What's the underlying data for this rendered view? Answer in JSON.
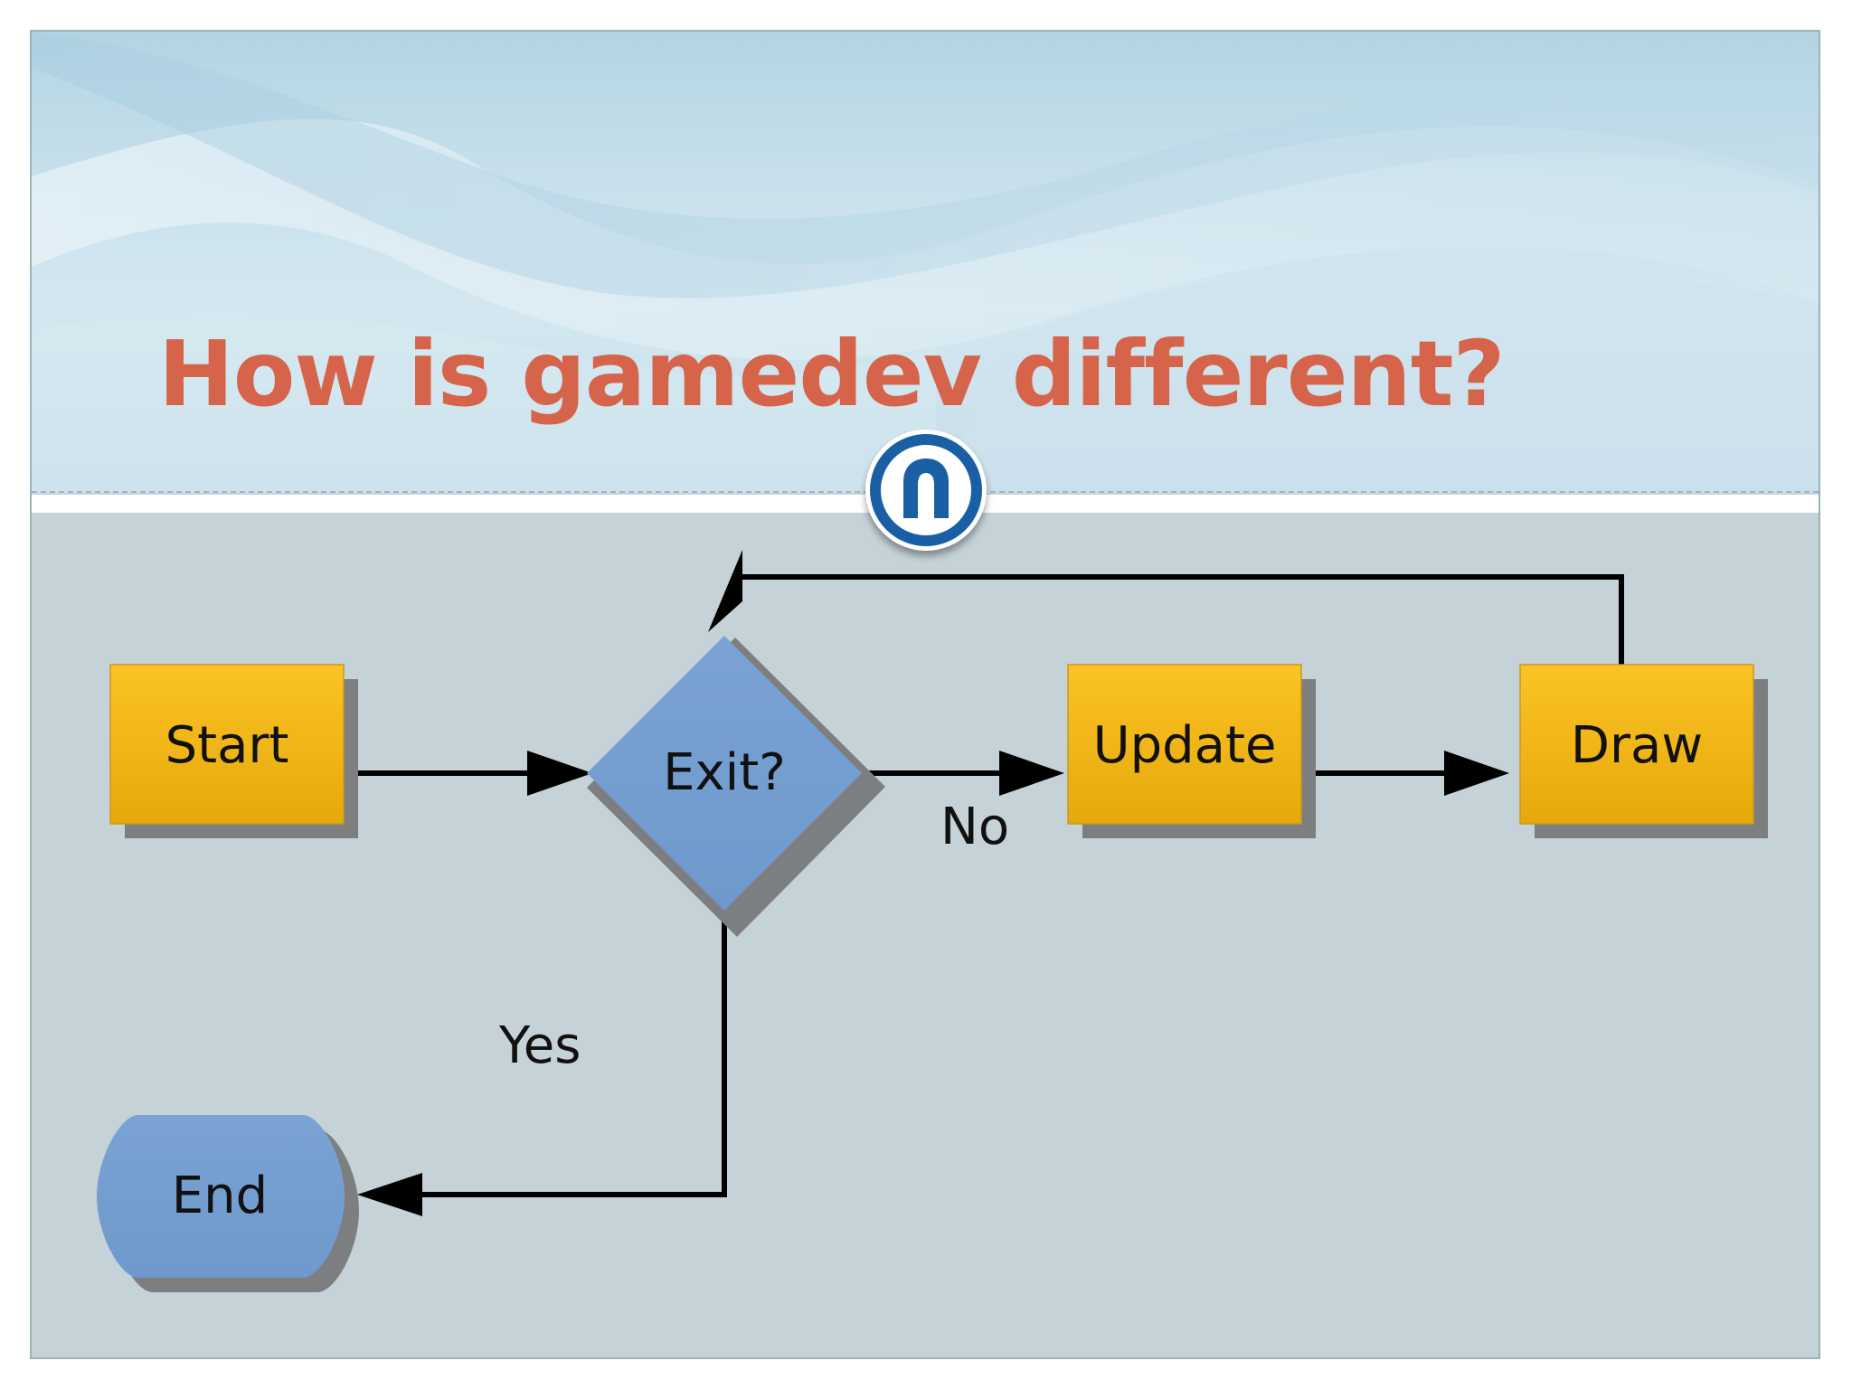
{
  "slide": {
    "title": "How is gamedev different?"
  },
  "logo": {
    "icon": "n-logo-icon",
    "ring_color": "#1a5fa3"
  },
  "flowchart": {
    "nodes": [
      {
        "id": "start",
        "label": "Start",
        "shape": "rectangle",
        "fill": "#f4b418"
      },
      {
        "id": "exit",
        "label": "Exit?",
        "shape": "diamond",
        "fill": "#759fd1"
      },
      {
        "id": "update",
        "label": "Update",
        "shape": "rectangle",
        "fill": "#f4b418"
      },
      {
        "id": "draw",
        "label": "Draw",
        "shape": "rectangle",
        "fill": "#f4b418"
      },
      {
        "id": "end",
        "label": "End",
        "shape": "terminator",
        "fill": "#759fd1"
      }
    ],
    "edges": [
      {
        "from": "start",
        "to": "exit",
        "label": ""
      },
      {
        "from": "exit",
        "to": "update",
        "label": "No"
      },
      {
        "from": "update",
        "to": "draw",
        "label": ""
      },
      {
        "from": "draw",
        "to": "exit",
        "label": ""
      },
      {
        "from": "exit",
        "to": "end",
        "label": "Yes"
      }
    ]
  },
  "colors": {
    "title": "#d5644a",
    "background": "#c5d2d8",
    "process": "#f4b418",
    "decision": "#759fd1",
    "line": "#000000"
  }
}
